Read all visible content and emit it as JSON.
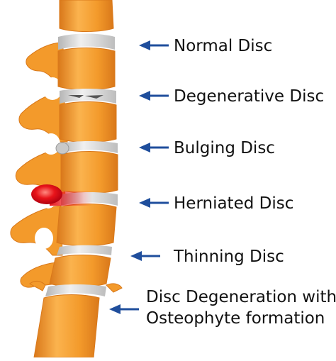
{
  "diagram": {
    "labels": [
      {
        "id": "normal",
        "lines": [
          "Normal Disc"
        ]
      },
      {
        "id": "degenerative",
        "lines": [
          "Degenerative Disc"
        ]
      },
      {
        "id": "bulging",
        "lines": [
          "Bulging Disc"
        ]
      },
      {
        "id": "herniated",
        "lines": [
          "Herniated Disc"
        ]
      },
      {
        "id": "thinning",
        "lines": [
          "Thinning Disc"
        ]
      },
      {
        "id": "osteophyte",
        "lines": [
          "Disc Degeneration with",
          "Osteophyte formation"
        ]
      }
    ]
  },
  "colors": {
    "bone": "#F39A2B",
    "bone_dark": "#D9781A",
    "bone_light": "#FBC26A",
    "disc": "#CFCFCF",
    "disc_light": "#ECECEC",
    "herniation": "#E8141A",
    "arrow": "#1F4E9C",
    "text": "#111111"
  }
}
